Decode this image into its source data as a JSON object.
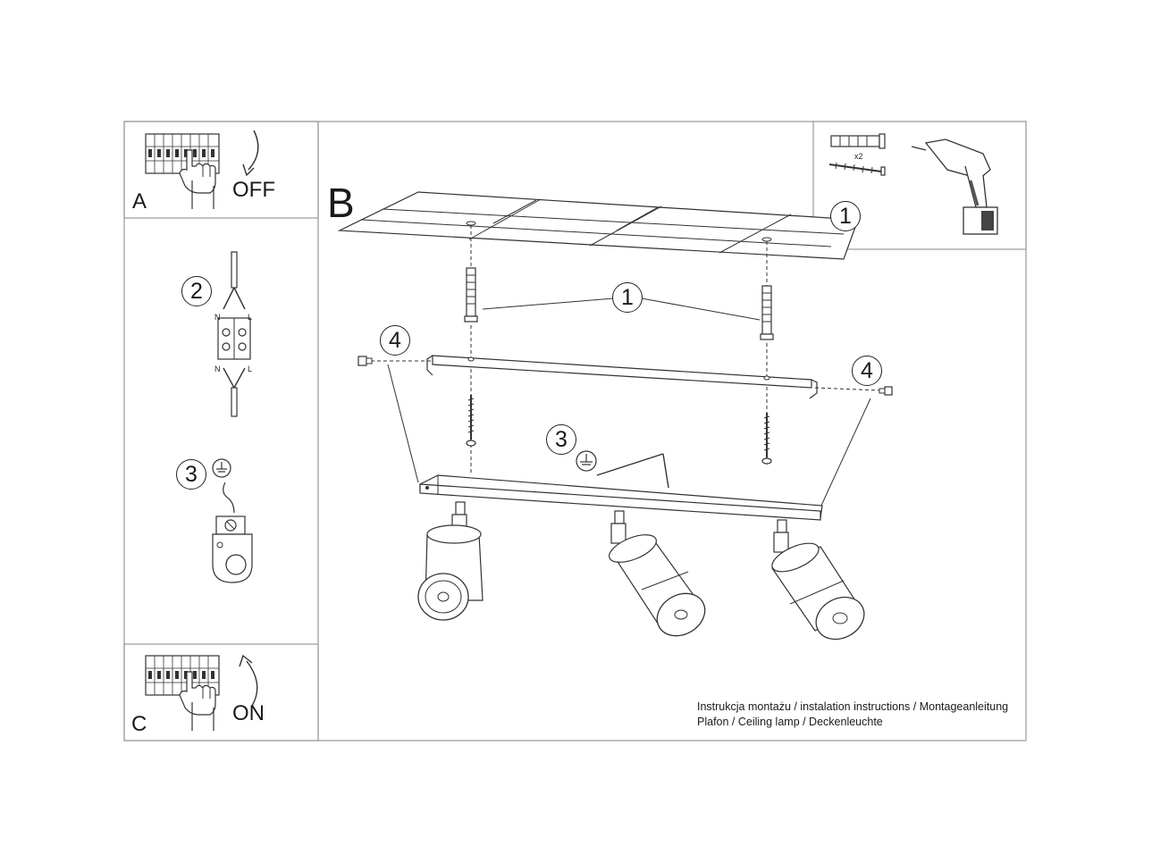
{
  "panels": {
    "a": {
      "letter": "A",
      "state": "OFF"
    },
    "c": {
      "letter": "C",
      "state": "ON"
    },
    "b": {
      "letter": "B"
    }
  },
  "steps": {
    "tools_step": "1",
    "dowel_callout": "1",
    "wiring_step": "2",
    "earth_step_left": "3",
    "earth_step_main": "3",
    "screw_left": "4",
    "screw_right": "4"
  },
  "tools": {
    "quantity": "x2"
  },
  "terminal": {
    "neutral": "N",
    "live": "L"
  },
  "caption": {
    "line1": "Instrukcja montażu / instalation instructions / Montageanleitung",
    "line2": "Plafon / Ceiling lamp / Deckenleuchte"
  },
  "icons": [
    "breaker-panel-icon",
    "hand-icon",
    "curved-arrow-down-icon",
    "curved-arrow-up-icon",
    "wall-plug-icon",
    "screw-icon",
    "drill-icon",
    "terminal-block-icon",
    "earth-symbol-icon",
    "earth-connector-icon",
    "spotlight-icon"
  ],
  "colors": {
    "line": "#222222",
    "frame": "#999999",
    "background": "#ffffff"
  }
}
